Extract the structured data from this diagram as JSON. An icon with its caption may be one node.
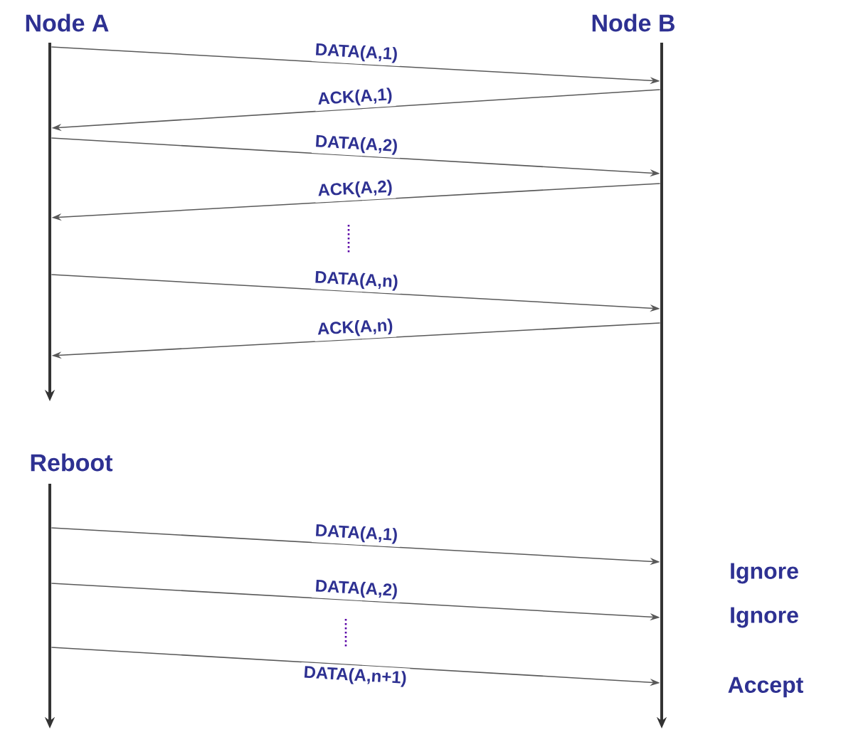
{
  "diagram": {
    "nodes": [
      {
        "text": [
          "Node A"
        ]
      },
      {
        "text": [
          "Node B"
        ]
      },
      {
        "text": [
          "Reboot"
        ]
      }
    ],
    "edges": [
      {
        "from": 0,
        "to": 1,
        "arrow": "to",
        "label": "DATA(A,1)"
      },
      {
        "from": 1,
        "to": 0,
        "arrow": "to",
        "label": "ACK(A,1)"
      },
      {
        "from": 0,
        "to": 1,
        "arrow": "to",
        "label": "DATA(A,2)"
      },
      {
        "from": 1,
        "to": 0,
        "arrow": "to",
        "label": "ACK(A,2)"
      },
      {
        "from": 0,
        "to": 1,
        "arrow": "to",
        "label": "DATA(A,n)"
      },
      {
        "from": 1,
        "to": 0,
        "arrow": "to",
        "label": "ACK(A,n)"
      },
      {
        "from": 2,
        "to": 1,
        "arrow": "to",
        "label": "DATA(A,1)"
      },
      {
        "from": 2,
        "to": 1,
        "arrow": "to",
        "label": "DATA(A,2)"
      },
      {
        "from": 2,
        "to": 1,
        "arrow": "to",
        "label": "DATA(A,n+1)"
      }
    ],
    "labels": [
      "Ignore",
      "Ignore",
      "Accept"
    ]
  }
}
